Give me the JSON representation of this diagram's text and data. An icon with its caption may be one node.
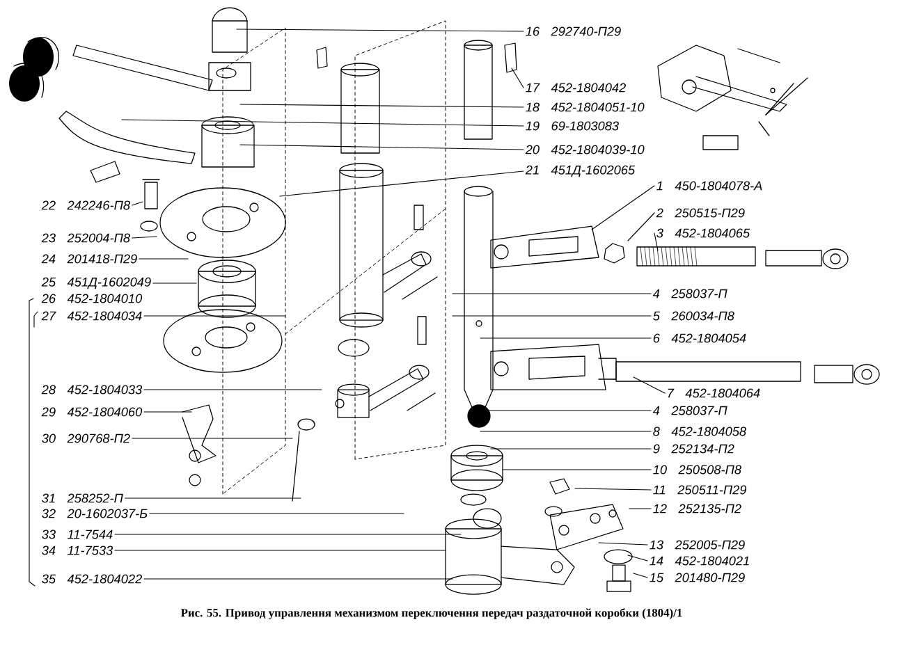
{
  "diagram": {
    "caption": "Рис. 55. Привод управлення механизмом переключення передач раздаточной коробки (1804)/1",
    "nodes": [
      {
        "text": [
          "1",
          "450-1804078-А"
        ]
      },
      {
        "text": [
          "2",
          "250515-П29"
        ]
      },
      {
        "text": [
          "3",
          "452-1804065"
        ]
      },
      {
        "text": [
          "4",
          "258037-П"
        ]
      },
      {
        "text": [
          "5",
          "260034-П8"
        ]
      },
      {
        "text": [
          "6",
          "452-1804054"
        ]
      },
      {
        "text": [
          "7",
          "452-1804064"
        ]
      },
      {
        "text": [
          "4",
          "258037-П"
        ]
      },
      {
        "text": [
          "8",
          "452-1804058"
        ]
      },
      {
        "text": [
          "9",
          "252134-П2"
        ]
      },
      {
        "text": [
          "10",
          "250508-П8"
        ]
      },
      {
        "text": [
          "11",
          "250511-П29"
        ]
      },
      {
        "text": [
          "12",
          "252135-П2"
        ]
      },
      {
        "text": [
          "13",
          "252005-П29"
        ]
      },
      {
        "text": [
          "14",
          "452-1804021"
        ]
      },
      {
        "text": [
          "15",
          "201480-П29"
        ]
      },
      {
        "text": [
          "16",
          "292740-П29"
        ]
      },
      {
        "text": [
          "17",
          "452-1804042"
        ]
      },
      {
        "text": [
          "18",
          "452-1804051-10"
        ]
      },
      {
        "text": [
          "19",
          "69-1803083"
        ]
      },
      {
        "text": [
          "20",
          "452-1804039-10"
        ]
      },
      {
        "text": [
          "21",
          "451Д-1602065"
        ]
      },
      {
        "text": [
          "22",
          "242246-П8"
        ]
      },
      {
        "text": [
          "23",
          "252004-П8"
        ]
      },
      {
        "text": [
          "24",
          "201418-П29"
        ]
      },
      {
        "text": [
          "25",
          "451Д-1602049"
        ]
      },
      {
        "text": [
          "26",
          "452-1804010"
        ]
      },
      {
        "text": [
          "27",
          "452-1804034"
        ]
      },
      {
        "text": [
          "28",
          "452-1804033"
        ]
      },
      {
        "text": [
          "29",
          "452-1804060"
        ]
      },
      {
        "text": [
          "30",
          "290768-П2"
        ]
      },
      {
        "text": [
          "31",
          "258252-П"
        ]
      },
      {
        "text": [
          "32",
          "20-1602037-Б"
        ]
      },
      {
        "text": [
          "33",
          "11-7544"
        ]
      },
      {
        "text": [
          "34",
          "11-7533"
        ]
      },
      {
        "text": [
          "35",
          "452-1804022"
        ]
      }
    ],
    "edges": [
      {
        "from": 0,
        "to": null,
        "arrow": "none"
      },
      {
        "from": 1,
        "to": null,
        "arrow": "none"
      },
      {
        "from": 2,
        "to": null,
        "arrow": "none"
      },
      {
        "from": 3,
        "to": null,
        "arrow": "none"
      },
      {
        "from": 4,
        "to": null,
        "arrow": "none"
      },
      {
        "from": 5,
        "to": null,
        "arrow": "none"
      },
      {
        "from": 6,
        "to": null,
        "arrow": "none"
      },
      {
        "from": 7,
        "to": null,
        "arrow": "none"
      },
      {
        "from": 8,
        "to": null,
        "arrow": "none"
      },
      {
        "from": 9,
        "to": null,
        "arrow": "none"
      },
      {
        "from": 10,
        "to": null,
        "arrow": "none"
      },
      {
        "from": 11,
        "to": null,
        "arrow": "none"
      },
      {
        "from": 12,
        "to": null,
        "arrow": "none"
      },
      {
        "from": 13,
        "to": null,
        "arrow": "none"
      },
      {
        "from": 14,
        "to": null,
        "arrow": "none"
      },
      {
        "from": 15,
        "to": null,
        "arrow": "none"
      },
      {
        "from": 16,
        "to": null,
        "arrow": "none"
      },
      {
        "from": 17,
        "to": null,
        "arrow": "none"
      },
      {
        "from": 18,
        "to": null,
        "arrow": "none"
      },
      {
        "from": 19,
        "to": null,
        "arrow": "none"
      },
      {
        "from": 20,
        "to": null,
        "arrow": "none"
      },
      {
        "from": 21,
        "to": null,
        "arrow": "none"
      },
      {
        "from": 22,
        "to": null,
        "arrow": "none"
      },
      {
        "from": 23,
        "to": null,
        "arrow": "none"
      },
      {
        "from": 24,
        "to": null,
        "arrow": "none"
      },
      {
        "from": 25,
        "to": null,
        "arrow": "none"
      },
      {
        "from": 27,
        "to": null,
        "arrow": "none"
      },
      {
        "from": 28,
        "to": null,
        "arrow": "none"
      },
      {
        "from": 29,
        "to": null,
        "arrow": "none"
      },
      {
        "from": 30,
        "to": null,
        "arrow": "none"
      },
      {
        "from": 31,
        "to": null,
        "arrow": "none"
      },
      {
        "from": 32,
        "to": null,
        "arrow": "none"
      },
      {
        "from": 33,
        "to": null,
        "arrow": "none"
      },
      {
        "from": 34,
        "to": null,
        "arrow": "none"
      },
      {
        "from": 35,
        "to": null,
        "arrow": "none"
      }
    ]
  }
}
